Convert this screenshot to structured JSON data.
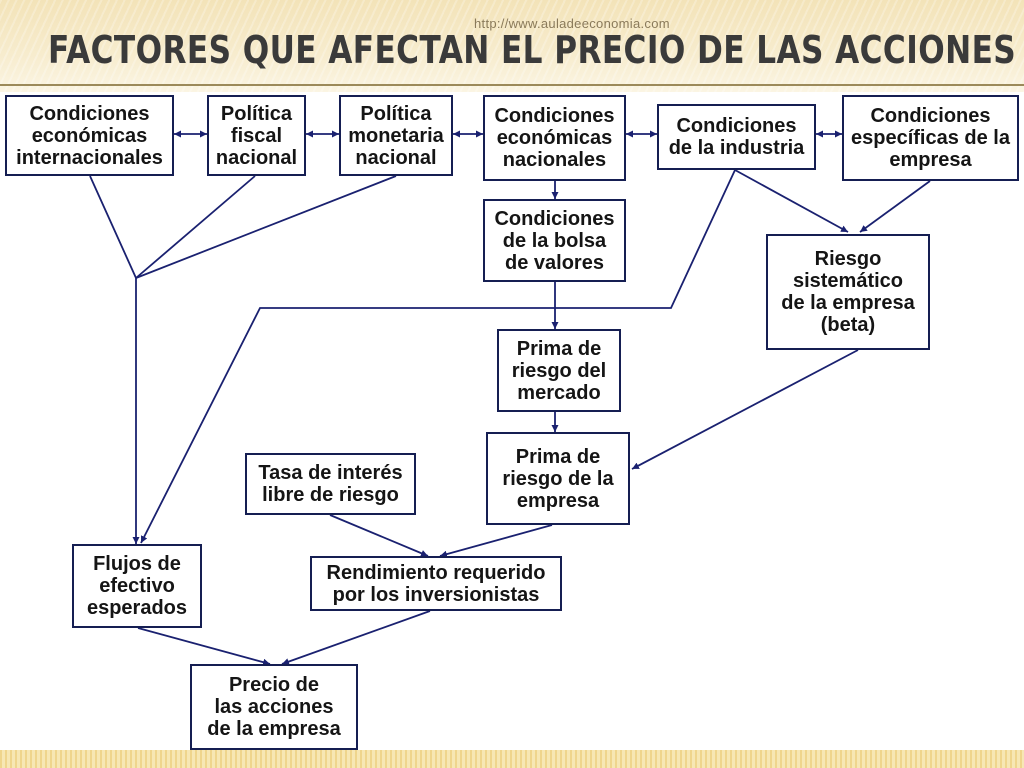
{
  "slide": {
    "source_url": "http://www.auladeeconomia.com",
    "title": "FACTORES QUE AFECTAN EL PRECIO DE LAS ACCIONES"
  },
  "colors": {
    "box_border": "#151e52",
    "line": "#1a2170",
    "title_text": "#3a3a3a",
    "header_band": "#f3e3b8",
    "footer_band": "#efd58d"
  },
  "boxes": {
    "cond_econ_internacionales": "Condiciones\neconómicas\ninternacionales",
    "politica_fiscal": "Política\nfiscal\nnacional",
    "politica_monetaria": "Política\nmonetaria\nnacional",
    "cond_econ_nacionales": "Condiciones\neconómicas\nnacionales",
    "cond_industria": "Condiciones\nde la industria",
    "cond_especificas_empresa": "Condiciones\nespecíficas de la\nempresa",
    "cond_bolsa_valores": "Condiciones\nde la bolsa\nde valores",
    "riesgo_sistematico": "Riesgo\nsistemático\nde la empresa\n(beta)",
    "prima_riesgo_mercado": "Prima de\nriesgo del\nmercado",
    "prima_riesgo_empresa": "Prima de\nriesgo de la\nempresa",
    "tasa_libre_riesgo": "Tasa de interés\nlibre de riesgo",
    "flujos_efectivo": "Flujos de\nefectivo\nesperados",
    "rendimiento_requerido": "Rendimiento requerido\npor los inversionistas",
    "precio_acciones": "Precio de\nlas acciones\nde la empresa"
  }
}
